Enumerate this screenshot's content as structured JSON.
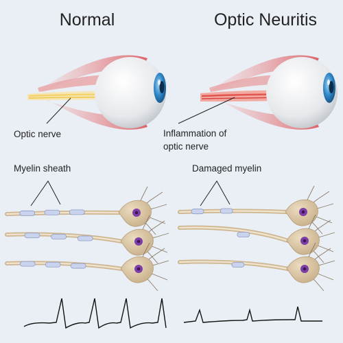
{
  "panels": {
    "normal": {
      "title": "Normal",
      "eye_label": "Optic nerve",
      "myelin_label": "Myelin sheath"
    },
    "neuritis": {
      "title": "Optic Neuritis",
      "eye_label_line1": "Inflammation of",
      "eye_label_line2": "optic nerve",
      "myelin_label": "Damaged myelin"
    }
  },
  "colors": {
    "background": "#e9eff5",
    "muscle": "#d9555c",
    "eyeball": "#f2f2f2",
    "iris": "#2f86c8",
    "healthy_nerve": "#f3d36b",
    "inflamed_nerve": "#e2554e",
    "neuron_body": "#d8c4a3",
    "nucleus": "#6b2d8f",
    "myelin_segment": "#c9d3ee",
    "signal_line": "#111111"
  },
  "icons": {
    "eye": "eyeball-with-muscles",
    "neuron": "neuron-cell-body",
    "signal": "action-potential-trace"
  }
}
